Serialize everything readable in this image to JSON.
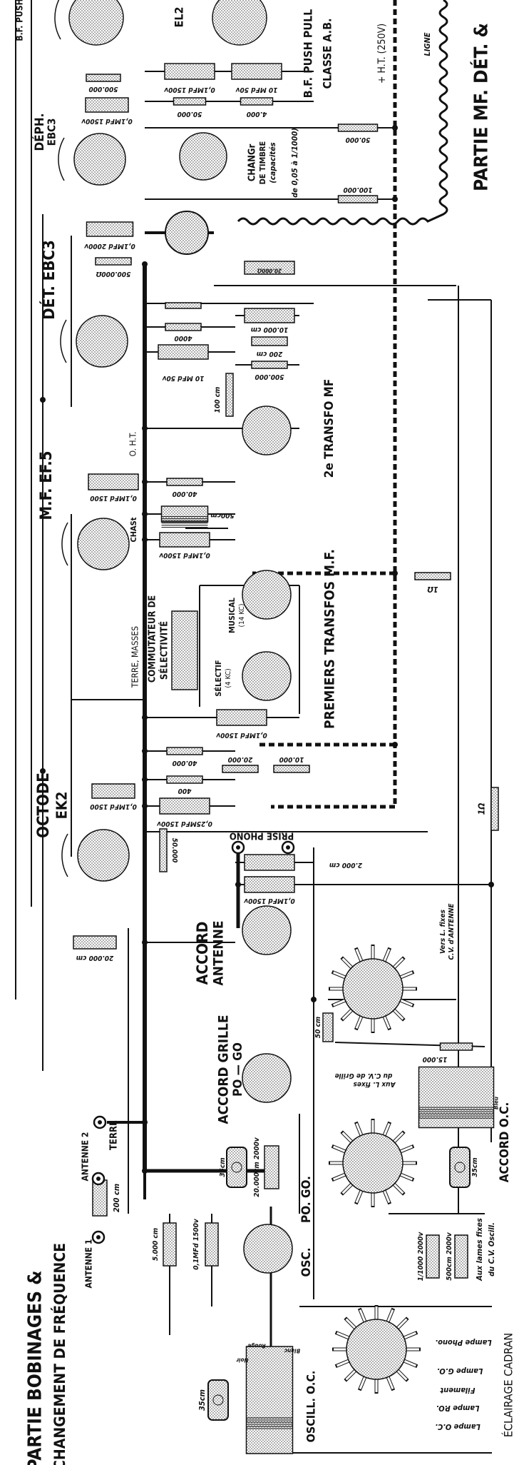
{
  "titles": {
    "bobinages_line1": "PARTIE BOBINAGES &",
    "bobinages_line2": "CHANGEMENT DE FRÉQUENCE",
    "mf_det": "PARTIE MF. DÉT. &"
  },
  "tubes": {
    "bf_push": "B.F. PUSH",
    "el2": "EL2",
    "deph_1": "DÉPH.",
    "deph_2": "EBC3",
    "det": "DÉT. EBC3",
    "mf": "M.F. EF.5",
    "octode_1": "OCTODE",
    "octode_2": "EK2"
  },
  "labels": {
    "bf_pp_1": "B.F. PUSH PULL",
    "bf_pp_2": "CLASSE A.B.",
    "ht": "+ H.T. (250V)",
    "ligne": "LIGNE",
    "changeur_1": "CHANGr",
    "changeur_2": "DE TIMBRE",
    "changeur_3": "(capacités",
    "changeur_4": "de 0,05 à 1/1000)",
    "transfo2": "2e TRANSFO MF",
    "oht": "O. H.T.",
    "chas": "CHASt",
    "terre_masses": "TERRE, MASSES",
    "commutateur_1": "COMMUTATEUR DE",
    "commutateur_2": "SÉLECTIVITÉ",
    "musical_1": "MUSICAL",
    "musical_2": "(14 KC)",
    "selectif_1": "SÉLECTIF",
    "selectif_2": "(4 KC)",
    "premiers": "PREMIERS TRANSFOS M.F.",
    "prise_phono": "PRISE PHONO",
    "accord_antenne_1": "ACCORD",
    "accord_antenne_2": "ANTENNE",
    "accord_grille_1": "ACCORD GRILLE",
    "accord_grille_2": "PO — GO",
    "terre": "TERRE",
    "antenne2": "ANTENNE 2",
    "antenne1": "ANTENNE 1",
    "pogo": "PO. GO.",
    "osc": "OSC.",
    "oscill_oc": "OSCILL. O.C.",
    "accord_oc": "ACCORD O.C.",
    "eclairage": "ÉCLAIRAGE CADRAN",
    "vers_1": "Vers L. fixes",
    "vers_2": "C.V. d'ANTENNE",
    "aux_grille_1": "Aux L. fixes",
    "aux_grille_2": "du C.V. de Grille",
    "aux_osc_1": "Aux lames fixes",
    "aux_osc_2": "du C.V. Oscill.",
    "lampe_phono": "Lampe Phono.",
    "lampe_go": "Lampe G.O.",
    "filament": "Filament",
    "lampe_po": "Lampe P.O.",
    "lampe_oc": "Lampe O.C.",
    "rouge": "Rouge",
    "blanc": "Blanc",
    "noir": "Noir",
    "bleu": "Bleu"
  },
  "values": {
    "r500k_deph": "500.000",
    "c01_deph": "0,1MFd 1500v",
    "c01_bf": "0,1MFd 1500v",
    "c10_bf": "10 MFd 50v",
    "r50k_bf": "50.000",
    "r4k_bf": "4.000",
    "r50k_ht": "50.000",
    "r100k_ht": "100.000",
    "r20k_pot": "20.000Ω",
    "c01_det": "0,1MFd 2000v",
    "r500k_det": "500.000Ω",
    "r10k_det": "10.000 cm",
    "r4000_det": "4000",
    "r200_det": "200 cm",
    "r500k2_det": "500.000",
    "c10_det": "10 MFd 50v",
    "c100_det": "100 cm",
    "c01_mf": "0,1MFd 1500",
    "r40k_mf": "40.000",
    "coil500": "500cm",
    "c01b_mf": "0,1MFd 1500v",
    "r1_ht": "1Ω",
    "c01_sel": "0,1MFd 1500v",
    "r40k_oct": "40.000",
    "r20k_oct": "20.000",
    "r10k_oct": "10.000",
    "r400": "400",
    "c01_oct": "0,1MFd 1500",
    "c025": "0,25MFd 1500v",
    "r50k_oct": "50.000",
    "c2000": "2.000 cm",
    "c01_ant": "0,1MFd 1500v",
    "r1_ant": "1Ω",
    "r20k_ant": "20.000 cm",
    "c50": "50 cm",
    "r15k": "15.000",
    "tr35_oc": "35cm",
    "c20k": "20.000cm 2000v",
    "tr35_osc": "35cm",
    "c200": "200 cm",
    "c5000": "5.000 cm",
    "c01_osc": "0,1MFd 1500v",
    "c1000": "1/1000 2000v",
    "c500": "500cm 2000v",
    "tr35_b": "35cm"
  },
  "colors": {
    "ink": "#111111",
    "stipple": "#c8c8c8",
    "paper": "#ffffff"
  }
}
